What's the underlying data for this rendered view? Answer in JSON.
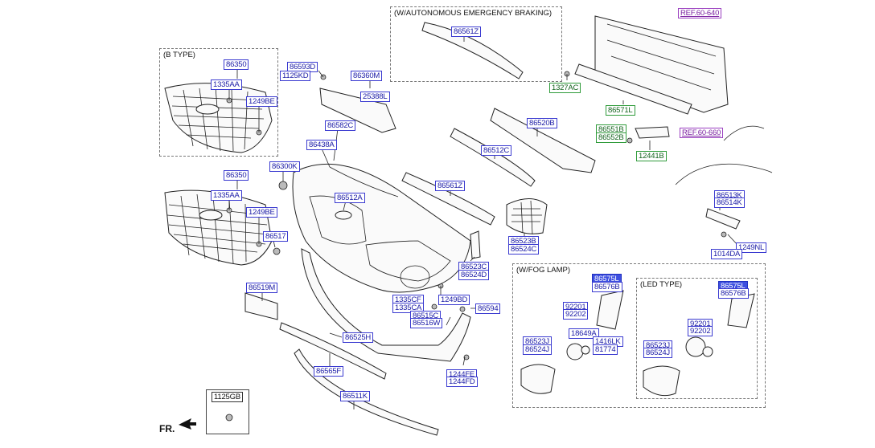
{
  "captions": {
    "b_type": "(B TYPE)",
    "aeb": "(W/AUTONOMOUS EMERGENCY BRAKING)",
    "fog": "(W/FOG LAMP)",
    "led": "(LED TYPE)",
    "fr": "FR."
  },
  "labels": {
    "l86350a": "86350",
    "l1335aa_a": "1335AA",
    "l1249be_a": "1249BE",
    "l86350b": "86350",
    "l1335aa_b": "1335AA",
    "l1249be_b": "1249BE",
    "l86593d": "86593D",
    "l1125kd": "1125KD",
    "l86360m": "86360M",
    "l25388l": "25388L",
    "l86582c": "86582C",
    "l86438a": "86438A",
    "l86300k": "86300K",
    "l86512a": "86512A",
    "l86517": "86517",
    "l86519m": "86519M",
    "l86561z_top": "86561Z",
    "l1327ac": "1327AC",
    "l86571l": "86571L",
    "ref640": "REF.60-640",
    "l86551b": "86551B",
    "l86552b": "86552B",
    "l12441b": "12441B",
    "ref660": "REF.60-660",
    "l86520b": "86520B",
    "l86512c": "86512C",
    "l86561z_mid": "86561Z",
    "l86523b": "86523B",
    "l86524c": "86524C",
    "l86523c": "86523C",
    "l86524d": "86524D",
    "l1335cf": "1335CF",
    "l1335ca": "1335CA",
    "l1249bd": "1249BD",
    "l86594": "86594",
    "l86515c": "86515C",
    "l86516w": "86516W",
    "l86525h": "86525H",
    "l86565f": "86565F",
    "l1244fe": "1244FE",
    "l1244fd": "1244FD",
    "l86511k": "86511K",
    "l1125gb": "1125GB",
    "l86513k": "86513K",
    "l86514k": "86514K",
    "l1249nl": "1249NL",
    "l1014da": "1014DA",
    "fog86575l": "86575L",
    "fog86576b": "86576B",
    "fog92201": "92201",
    "fog92202": "92202",
    "fog18649a": "18649A",
    "fog1416lk": "1416LK",
    "fog81774": "81774",
    "fog86523j": "86523J",
    "fog86524j": "86524J",
    "led86575l": "86575L",
    "led86576b": "86576B",
    "led92201": "92201",
    "led92202": "92202",
    "led86523j": "86523J",
    "led86524j": "86524J"
  },
  "colors": {
    "label_blue": "#1a1aa6",
    "label_green": "#14641e",
    "label_purple": "#7a1fa0",
    "label_highlight": "#3d4fe0"
  }
}
